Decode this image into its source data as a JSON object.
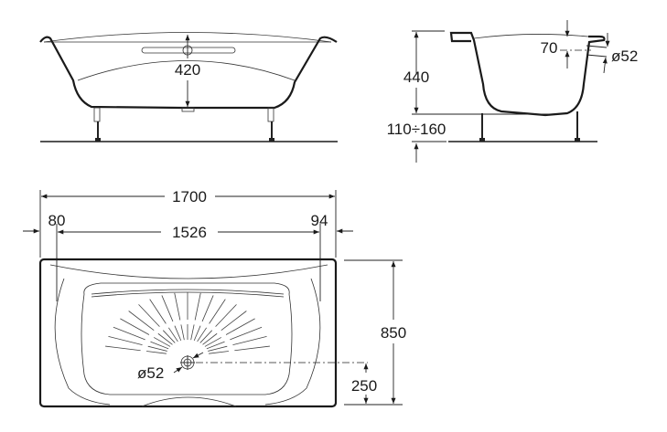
{
  "side_view": {
    "depth_label": "420"
  },
  "end_view": {
    "height_label": "440",
    "leg_range_label": "110÷160",
    "overflow_offset_label": "70",
    "overflow_diameter_label": "ø52"
  },
  "top_view": {
    "length_label": "1700",
    "left_margin_label": "80",
    "inner_length_label": "1526",
    "right_margin_label": "94",
    "width_label": "850",
    "drain_offset_label": "250",
    "drain_diameter_label": "ø52"
  }
}
